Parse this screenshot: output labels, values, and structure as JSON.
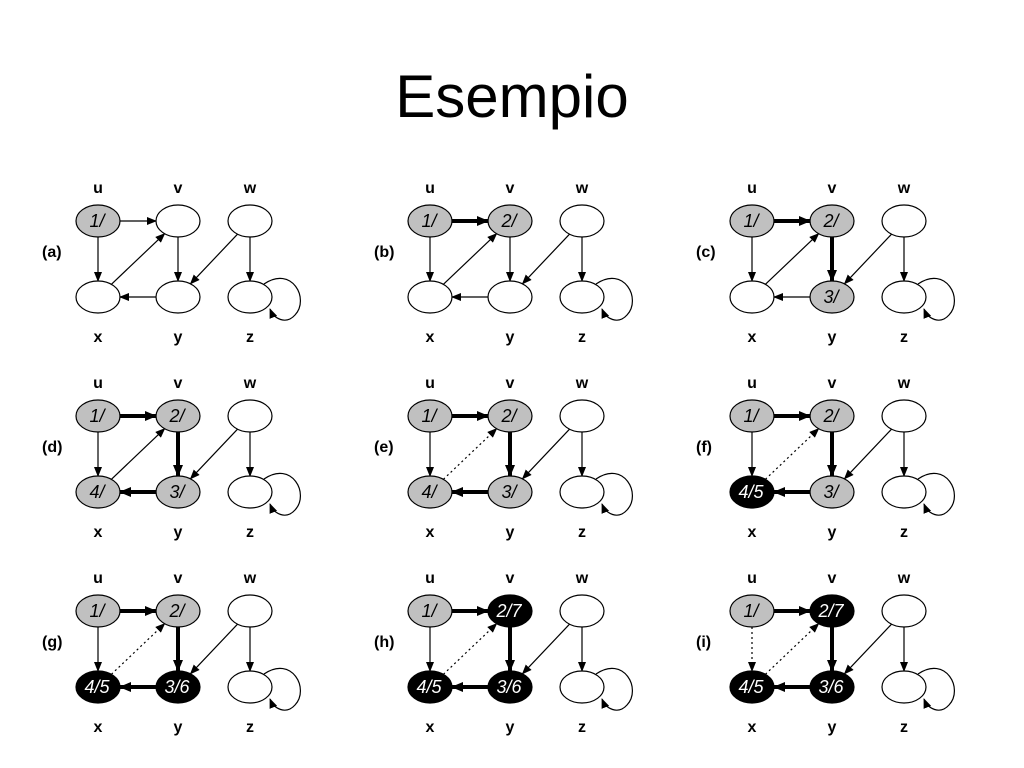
{
  "title": "Esempio",
  "colors": {
    "white": "#ffffff",
    "gray": "#c0c0c0",
    "black": "#000000"
  },
  "nodes": [
    "u",
    "v",
    "w",
    "x",
    "y",
    "z"
  ],
  "panels": [
    {
      "label": "(a)",
      "nodes": {
        "u": {
          "color": "gray",
          "text": "1/"
        },
        "v": {
          "color": "white",
          "text": ""
        },
        "w": {
          "color": "white",
          "text": ""
        },
        "x": {
          "color": "white",
          "text": ""
        },
        "y": {
          "color": "white",
          "text": ""
        },
        "z": {
          "color": "white",
          "text": ""
        }
      },
      "edges": {
        "uv": "normal",
        "ux": "normal",
        "xv": "normal",
        "vy": "normal",
        "yx": "normal",
        "wy": "normal",
        "wz": "normal",
        "zz": "normal"
      }
    },
    {
      "label": "(b)",
      "nodes": {
        "u": {
          "color": "gray",
          "text": "1/"
        },
        "v": {
          "color": "gray",
          "text": "2/"
        },
        "w": {
          "color": "white",
          "text": ""
        },
        "x": {
          "color": "white",
          "text": ""
        },
        "y": {
          "color": "white",
          "text": ""
        },
        "z": {
          "color": "white",
          "text": ""
        }
      },
      "edges": {
        "uv": "tree",
        "ux": "normal",
        "xv": "normal",
        "vy": "normal",
        "yx": "normal",
        "wy": "normal",
        "wz": "normal",
        "zz": "normal"
      }
    },
    {
      "label": "(c)",
      "nodes": {
        "u": {
          "color": "gray",
          "text": "1/"
        },
        "v": {
          "color": "gray",
          "text": "2/"
        },
        "w": {
          "color": "white",
          "text": ""
        },
        "x": {
          "color": "white",
          "text": ""
        },
        "y": {
          "color": "gray",
          "text": "3/"
        },
        "z": {
          "color": "white",
          "text": ""
        }
      },
      "edges": {
        "uv": "tree",
        "ux": "normal",
        "xv": "normal",
        "vy": "tree",
        "yx": "normal",
        "wy": "normal",
        "wz": "normal",
        "zz": "normal"
      }
    },
    {
      "label": "(d)",
      "nodes": {
        "u": {
          "color": "gray",
          "text": "1/"
        },
        "v": {
          "color": "gray",
          "text": "2/"
        },
        "w": {
          "color": "white",
          "text": ""
        },
        "x": {
          "color": "gray",
          "text": "4/"
        },
        "y": {
          "color": "gray",
          "text": "3/"
        },
        "z": {
          "color": "white",
          "text": ""
        }
      },
      "edges": {
        "uv": "tree",
        "ux": "normal",
        "xv": "normal",
        "vy": "tree",
        "yx": "tree",
        "wy": "normal",
        "wz": "normal",
        "zz": "normal"
      }
    },
    {
      "label": "(e)",
      "nodes": {
        "u": {
          "color": "gray",
          "text": "1/"
        },
        "v": {
          "color": "gray",
          "text": "2/"
        },
        "w": {
          "color": "white",
          "text": ""
        },
        "x": {
          "color": "gray",
          "text": "4/"
        },
        "y": {
          "color": "gray",
          "text": "3/"
        },
        "z": {
          "color": "white",
          "text": ""
        }
      },
      "edges": {
        "uv": "tree",
        "ux": "normal",
        "xv": "dotted",
        "vy": "tree",
        "yx": "tree",
        "wy": "normal",
        "wz": "normal",
        "zz": "normal"
      }
    },
    {
      "label": "(f)",
      "nodes": {
        "u": {
          "color": "gray",
          "text": "1/"
        },
        "v": {
          "color": "gray",
          "text": "2/"
        },
        "w": {
          "color": "white",
          "text": ""
        },
        "x": {
          "color": "black",
          "text": "4/5"
        },
        "y": {
          "color": "gray",
          "text": "3/"
        },
        "z": {
          "color": "white",
          "text": ""
        }
      },
      "edges": {
        "uv": "tree",
        "ux": "normal",
        "xv": "dotted",
        "vy": "tree",
        "yx": "tree",
        "wy": "normal",
        "wz": "normal",
        "zz": "normal"
      }
    },
    {
      "label": "(g)",
      "nodes": {
        "u": {
          "color": "gray",
          "text": "1/"
        },
        "v": {
          "color": "gray",
          "text": "2/"
        },
        "w": {
          "color": "white",
          "text": ""
        },
        "x": {
          "color": "black",
          "text": "4/5"
        },
        "y": {
          "color": "black",
          "text": "3/6"
        },
        "z": {
          "color": "white",
          "text": ""
        }
      },
      "edges": {
        "uv": "tree",
        "ux": "normal",
        "xv": "dotted",
        "vy": "tree",
        "yx": "tree",
        "wy": "normal",
        "wz": "normal",
        "zz": "normal"
      }
    },
    {
      "label": "(h)",
      "nodes": {
        "u": {
          "color": "gray",
          "text": "1/"
        },
        "v": {
          "color": "black",
          "text": "2/7"
        },
        "w": {
          "color": "white",
          "text": ""
        },
        "x": {
          "color": "black",
          "text": "4/5"
        },
        "y": {
          "color": "black",
          "text": "3/6"
        },
        "z": {
          "color": "white",
          "text": ""
        }
      },
      "edges": {
        "uv": "tree",
        "ux": "normal",
        "xv": "dotted",
        "vy": "tree",
        "yx": "tree",
        "wy": "normal",
        "wz": "normal",
        "zz": "normal"
      }
    },
    {
      "label": "(i)",
      "nodes": {
        "u": {
          "color": "gray",
          "text": "1/"
        },
        "v": {
          "color": "black",
          "text": "2/7"
        },
        "w": {
          "color": "white",
          "text": ""
        },
        "x": {
          "color": "black",
          "text": "4/5"
        },
        "y": {
          "color": "black",
          "text": "3/6"
        },
        "z": {
          "color": "white",
          "text": ""
        }
      },
      "edges": {
        "uv": "tree",
        "ux": "dotted",
        "xv": "dotted",
        "vy": "tree",
        "yx": "tree",
        "wy": "normal",
        "wz": "normal",
        "zz": "normal"
      }
    }
  ]
}
